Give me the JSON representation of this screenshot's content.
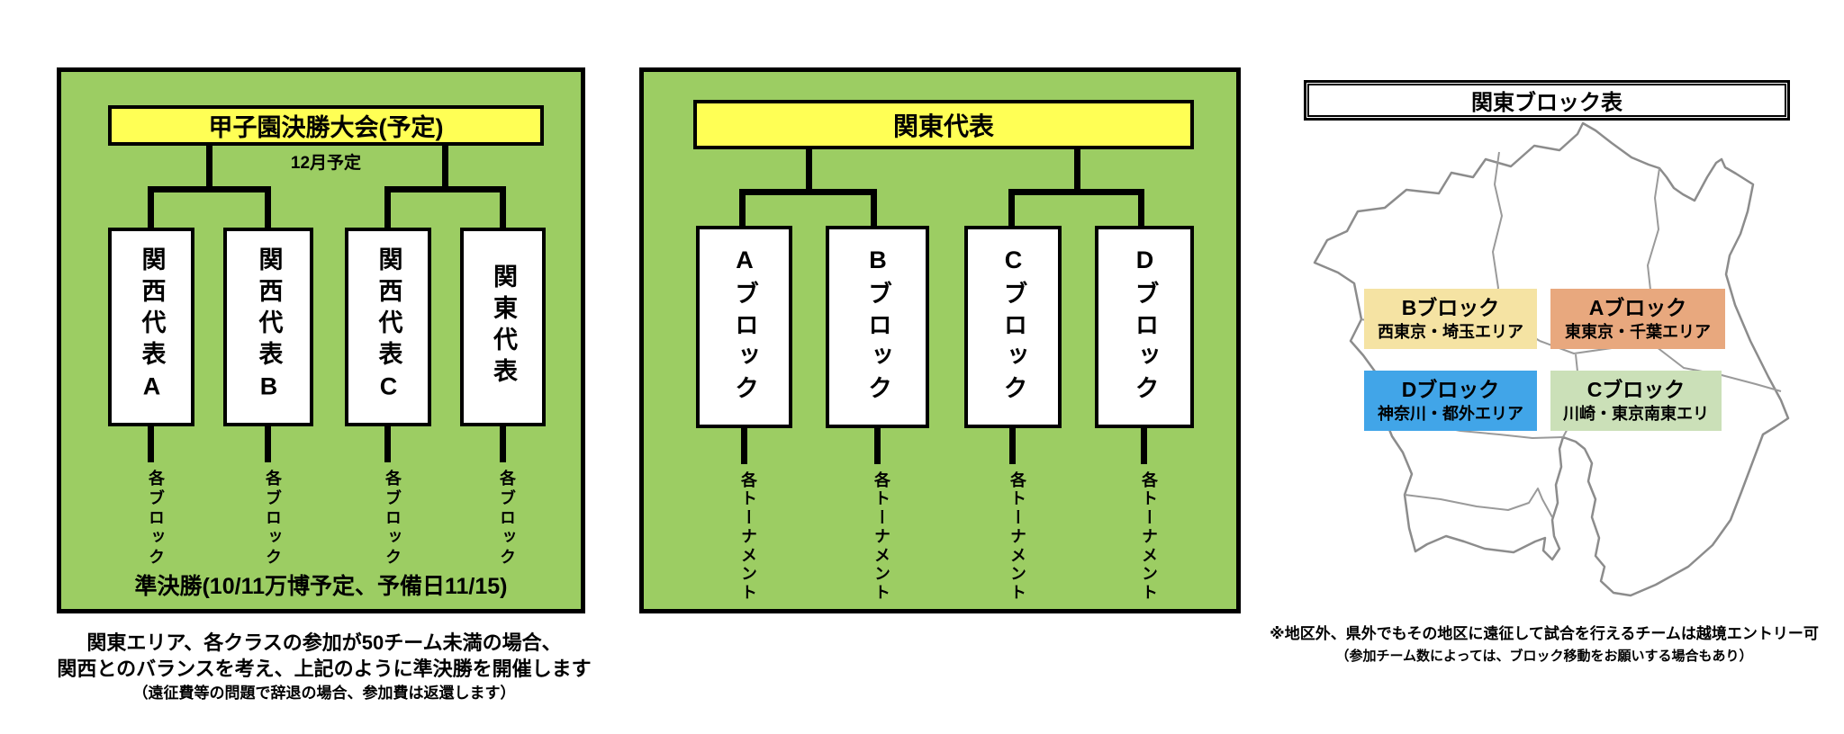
{
  "left_panel": {
    "header": "甲子園決勝大会(予定)",
    "subheader": "12月予定",
    "boxes": [
      "関西代表А",
      "関西代表B",
      "関西代表C",
      "関東代表"
    ],
    "leaf_label": "各ブロック",
    "footer": "準決勝(10/11万博予定、予備日11/15)",
    "notes": [
      "関東エリア、各クラスの参加が50チーム未満の場合、",
      "関西とのバランスを考え、上記のように準決勝を開催します",
      "（遠征費等の問題で辞退の場合、参加費は返還します）"
    ]
  },
  "middle_panel": {
    "header": "関東代表",
    "boxes": [
      "Aブロック",
      "Bブロック",
      "Cブロック",
      "Dブロック"
    ],
    "leaf_label": "各トーナメント"
  },
  "right_panel": {
    "title": "関東ブロック表",
    "blocks": [
      {
        "name": "Bブロック",
        "area": "西東京・埼玉エリア",
        "color": "#F5E3A3"
      },
      {
        "name": "Aブロック",
        "area": "東東京・千葉エリア",
        "color": "#E8A87E"
      },
      {
        "name": "Dブロック",
        "area": "神奈川・都外エリア",
        "color": "#41A5E8"
      },
      {
        "name": "Cブロック",
        "area": "川崎・東京南東エリ",
        "color": "#CBE0B8"
      }
    ],
    "notes": [
      "※地区外、県外でもその地区に遠征して試合を行えるチームは越境エントリー可",
      "（参加チーム数によっては、ブロック移動をお願いする場合もあり）"
    ]
  },
  "colors": {
    "panel_green": "#9CCD63",
    "header_yellow": "#FFFF55",
    "bracket_black": "#000000",
    "map_outline": "#8C8C8C"
  }
}
